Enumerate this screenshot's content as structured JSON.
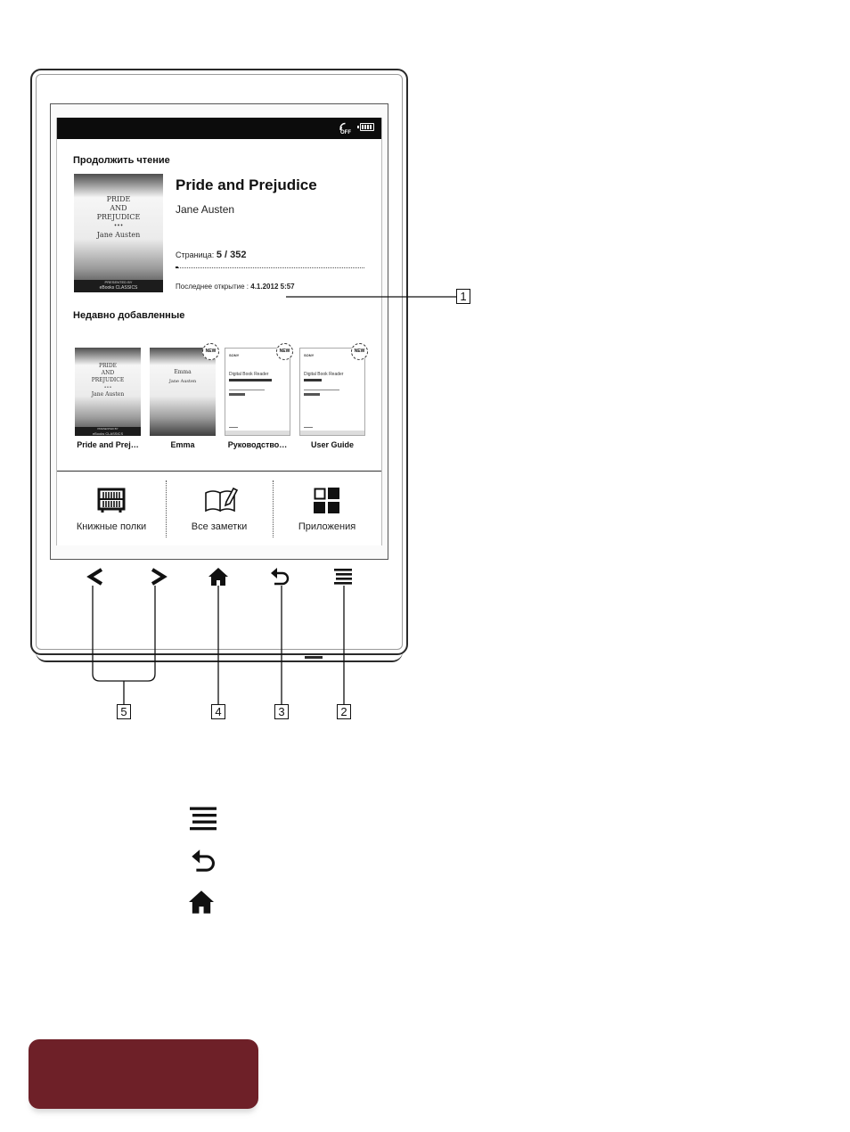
{
  "status_bar": {
    "wifi_state": "OFF"
  },
  "continue_reading": {
    "heading": "Продолжить чтение",
    "book": {
      "title": "Pride and Prejudice",
      "author": "Jane Austen",
      "cover_lines": [
        "PRIDE",
        "AND",
        "PREJUDICE",
        "•••",
        "Jane Austen"
      ],
      "cover_footer_top": "PRESENTED BY",
      "cover_footer": "eBooks CLASSICS",
      "page_label": "Страница:",
      "page_value": "5 / 352",
      "progress": 0.014,
      "last_opened_label": "Последнее открытие :",
      "last_opened_value": "4.1.2012 5:57"
    }
  },
  "recently_added": {
    "heading": "Недавно добавленные",
    "items": [
      {
        "title": "Pride and Prej…",
        "cover_lines": [
          "PRIDE",
          "AND",
          "PREJUDICE",
          "•••",
          "Jane Austen"
        ],
        "cover_footer_top": "PRESENTED BY",
        "cover_footer": "eBooks CLASSICS",
        "is_new": false
      },
      {
        "title": "Emma",
        "cover_lines": [
          "Emma",
          "Jane Austen"
        ],
        "is_new": true,
        "badge": "NEW"
      },
      {
        "title": "Руководство…",
        "brand": "SONY",
        "doc_title": "Digital Book Reader",
        "is_new": true,
        "badge": "NEW"
      },
      {
        "title": "User Guide",
        "brand": "SONY",
        "doc_title": "Digital Book Reader",
        "is_new": true,
        "badge": "NEW"
      }
    ]
  },
  "bottom_nav": [
    {
      "label": "Книжные полки",
      "icon": "bookshelf-icon"
    },
    {
      "label": "Все заметки",
      "icon": "notes-book-icon"
    },
    {
      "label": "Приложения",
      "icon": "apps-grid-icon"
    }
  ],
  "hardware_buttons": [
    {
      "name": "prev-page",
      "icon": "chevron-left-icon"
    },
    {
      "name": "next-page",
      "icon": "chevron-right-icon"
    },
    {
      "name": "home",
      "icon": "home-icon"
    },
    {
      "name": "back",
      "icon": "back-arrow-icon"
    },
    {
      "name": "menu",
      "icon": "menu-icon"
    }
  ],
  "callouts": {
    "c1": "1",
    "c2": "2",
    "c3": "3",
    "c4": "4",
    "c5": "5"
  },
  "legend_icons": [
    "menu-icon",
    "back-arrow-icon",
    "home-icon"
  ],
  "colors": {
    "accent": "#6e2028",
    "status_bar": "#0c0c0c"
  }
}
